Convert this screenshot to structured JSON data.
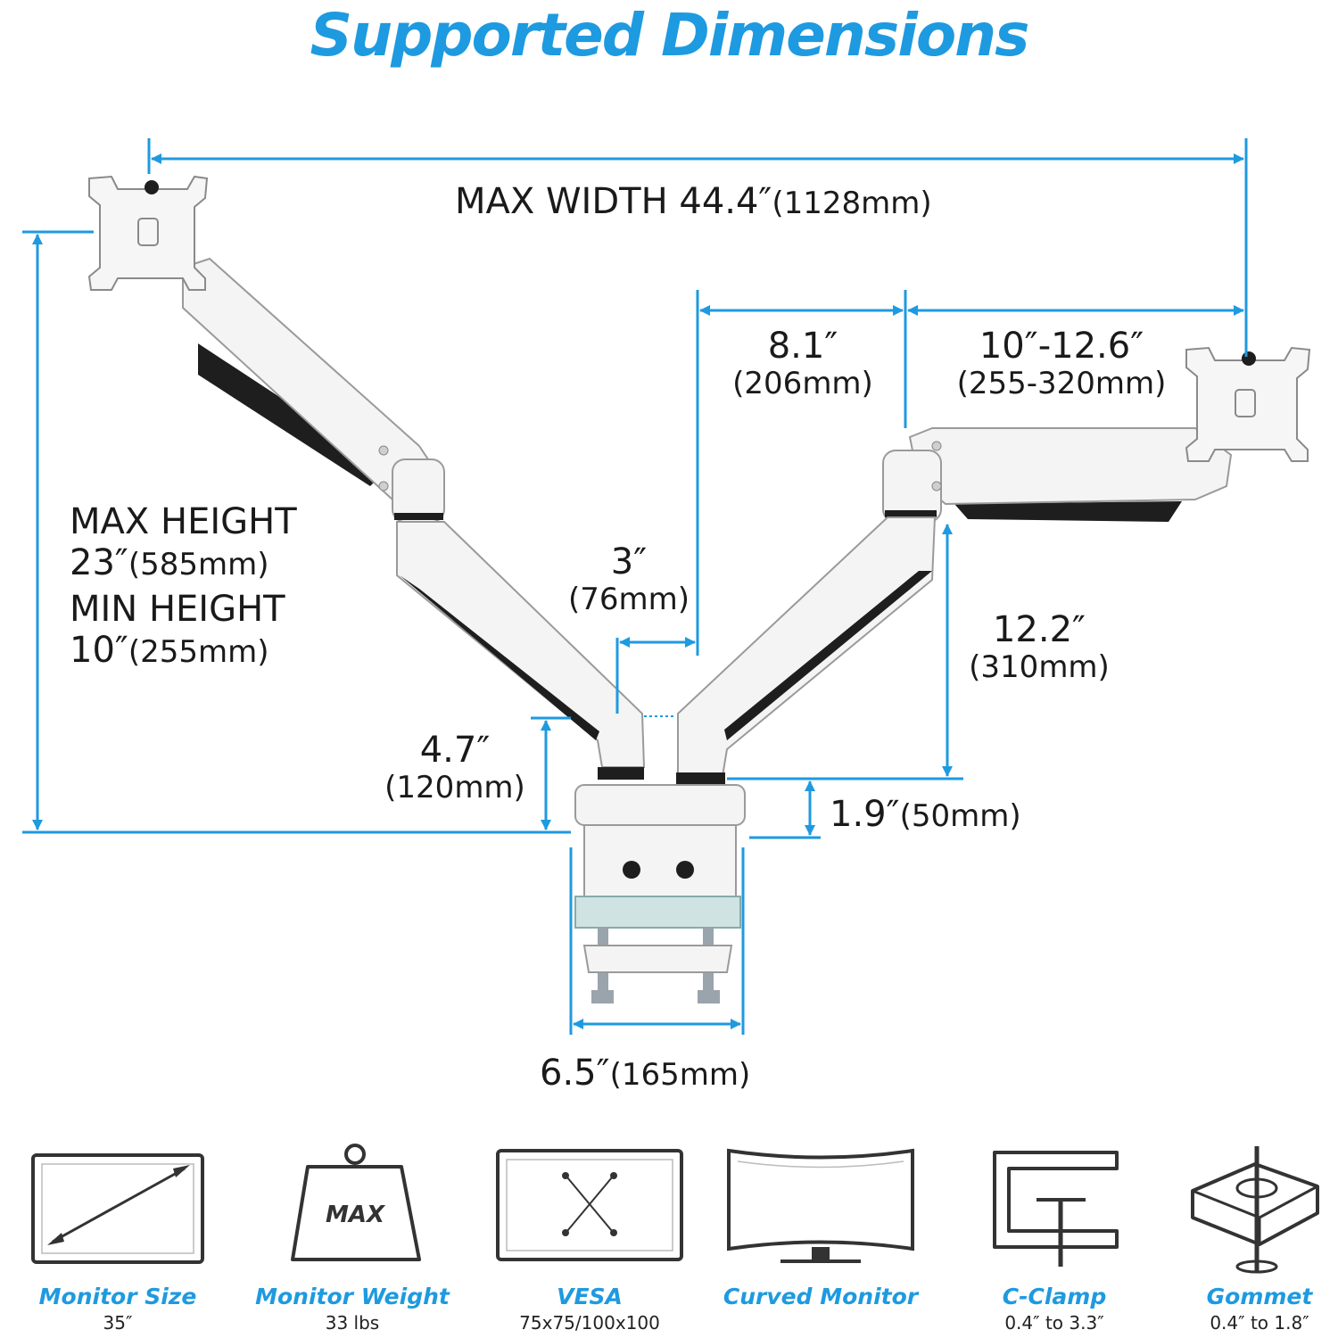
{
  "title": "Supported Dimensions",
  "dimensions": {
    "max_width": "MAX WIDTH 44.4″",
    "max_width_mm": "(1128mm)",
    "arm_segment": "8.1″",
    "arm_segment_mm": "(206mm)",
    "arm_extension": "10″-12.6″",
    "arm_extension_mm": "(255-320mm)",
    "max_height_label": "MAX HEIGHT",
    "max_height": "23″",
    "max_height_mm": "(585mm)",
    "min_height_label": "MIN HEIGHT",
    "min_height": "10″",
    "min_height_mm": "(255mm)",
    "gap": "3″",
    "gap_mm": "(76mm)",
    "pole_height": "12.2″",
    "pole_height_mm": "(310mm)",
    "base_height": "4.7″",
    "base_height_mm": "(120mm)",
    "base_step": "1.9″",
    "base_step_mm": "(50mm)",
    "base_width": "6.5″",
    "base_width_mm": "(165mm)"
  },
  "features": [
    {
      "icon": "monitor-size-icon",
      "name": "Monitor Size",
      "value": "35″"
    },
    {
      "icon": "weight-icon",
      "name": "Monitor Weight",
      "value": "33 lbs",
      "icon_text": "MAX"
    },
    {
      "icon": "vesa-icon",
      "name": "VESA",
      "value": "75x75/100x100"
    },
    {
      "icon": "curved-monitor-icon",
      "name": "Curved Monitor",
      "value": ""
    },
    {
      "icon": "c-clamp-icon",
      "name": "C-Clamp",
      "value": "0.4″ to 3.3″"
    },
    {
      "icon": "grommet-icon",
      "name": "Gommet",
      "value": "0.4″ to 1.8″"
    }
  ],
  "colors": {
    "accent": "#1e9ae0",
    "arm": "#f4f4f4",
    "outline": "#9a9a9a",
    "dark": "#1e1e1e"
  }
}
